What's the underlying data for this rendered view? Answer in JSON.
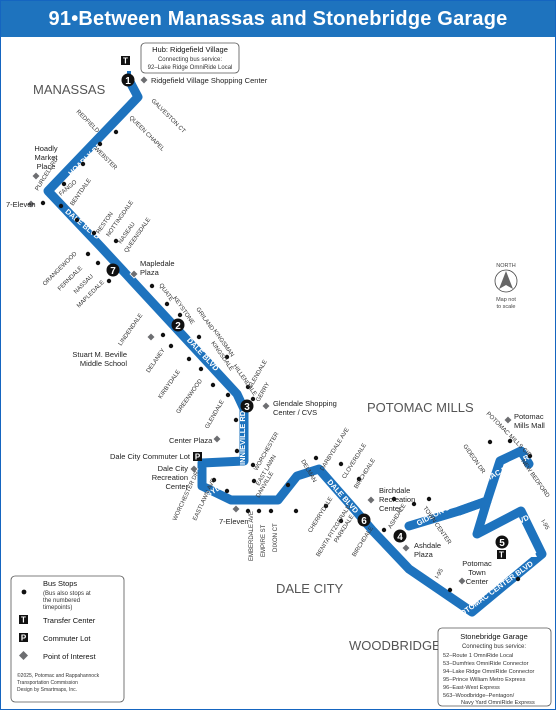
{
  "title": "91•Between Manassas and Stonebridge Garage",
  "colors": {
    "route": "#1e73be",
    "title_bg": "#1e73be",
    "area_label": "#555555",
    "poi": "#6d6e71"
  },
  "areas": [
    "MANASSAS",
    "POTOMAC MILLS",
    "DALE CITY",
    "WOODBRIDGE"
  ],
  "hub": {
    "title": "Hub: Ridgefield Village",
    "subtitle": "Connecting bus service:",
    "service": "92–Lake Ridge OmniRide Local"
  },
  "stonebridge": {
    "title": "Stonebridge Garage",
    "subtitle": "Connecting bus service:",
    "services": [
      "52–Route 1 OmniRide Local",
      "53–Dumfries OmniRide Connector",
      "94–Lake Ridge OmniRide Connector",
      "95–Prince William Metro Express",
      "96–East-West Express",
      "563–Woodbridge–Pentagon/",
      "Navy Yard OmniRide Express"
    ]
  },
  "timepoints": [
    "1",
    "2",
    "3",
    "4",
    "5",
    "6",
    "7"
  ],
  "streets": {
    "route_streets": [
      "HOADLY RD",
      "DALE BLVD",
      "MINNIEVILLE RD",
      "DARBYDALE AVE",
      "GIDEON DR",
      "POTOMAC MILLS RD",
      "OPITZ BLVD",
      "POTOMAC CENTER BLVD"
    ],
    "cross_streets": [
      "GALVESTON CT",
      "QUEEN CHAPEL",
      "REDFIELD",
      "WEBSTER",
      "PURCELL RD",
      "FANGO",
      "BENTDALE",
      "RESTON",
      "NOTTINGDALE",
      "NASEAU",
      "QUEENSDALE",
      "ORANGEWOOD",
      "FERNDALE",
      "NASSAU",
      "MAPLEDALE",
      "QUATE",
      "KEYSTONE",
      "GRILAND",
      "LINDENDALE",
      "DELANEY",
      "KINGSMAN",
      "KINGSDALE",
      "KIRBYDALE",
      "HILLENDALE",
      "GREENWOOD",
      "GLENDALE",
      "GERRY",
      "GLENDALE",
      "WORCHESTER",
      "EAST LAWN",
      "DANVILLE",
      "WORCHESTER DR",
      "EASTLAWN AVE",
      "EMBERDALE AVE",
      "EMPIRE ST",
      "DIXON CT",
      "DELMAN",
      "DARBYDALE AVE",
      "CLOVERDALE",
      "BIRCHDALE",
      "CHERRYDALE",
      "BENITA FITZGERALD",
      "PARKDALE",
      "BIRCHDALE",
      "ASHDALE",
      "TOWN CENTER",
      "GIDEON DR",
      "POTOMAC MILLS CIR",
      "NEW BEDFORD",
      "I-95",
      "I-95"
    ]
  },
  "pois": {
    "ridgefield": "Ridgefield Village Shopping Center",
    "hoadly_market": [
      "Hoadly",
      "Market",
      "Place"
    ],
    "seven_eleven_1": "7-Eleven",
    "mapledale_plaza": [
      "Mapledale",
      "Plaza"
    ],
    "beville": [
      "Stuart M. Beville",
      "Middle School"
    ],
    "glendale_center": [
      "Glendale Shopping",
      "Center / CVS"
    ],
    "center_plaza": "Center Plaza",
    "commuter_lot": "Dale City Commuter Lot",
    "recreation": [
      "Dale City",
      "Recreation",
      "Center"
    ],
    "seven_eleven_2": "7-Eleven",
    "birchdale_rec": [
      "Birchdale",
      "Recreation",
      "Center"
    ],
    "ashdale_plaza": [
      "Ashdale",
      "Plaza"
    ],
    "potomac_town": [
      "Potomac",
      "Town",
      "Center"
    ],
    "potomac_mills_mall": [
      "Potomac",
      "Mills Mall"
    ]
  },
  "north": {
    "label": "NORTH",
    "note": [
      "Map not",
      "to scale"
    ]
  },
  "legend": {
    "bus_stops": "Bus Stops",
    "bus_stops_note": [
      "(Bus also stops at",
      "the numbered",
      "timepoints)"
    ],
    "transfer": "Transfer Center",
    "commuter": "Commuter Lot",
    "poi": "Point of Interest",
    "credit": [
      "©2025, Potomac and Rappahannock",
      "Transportation Commission",
      "Design by Smartmaps, Inc."
    ]
  }
}
